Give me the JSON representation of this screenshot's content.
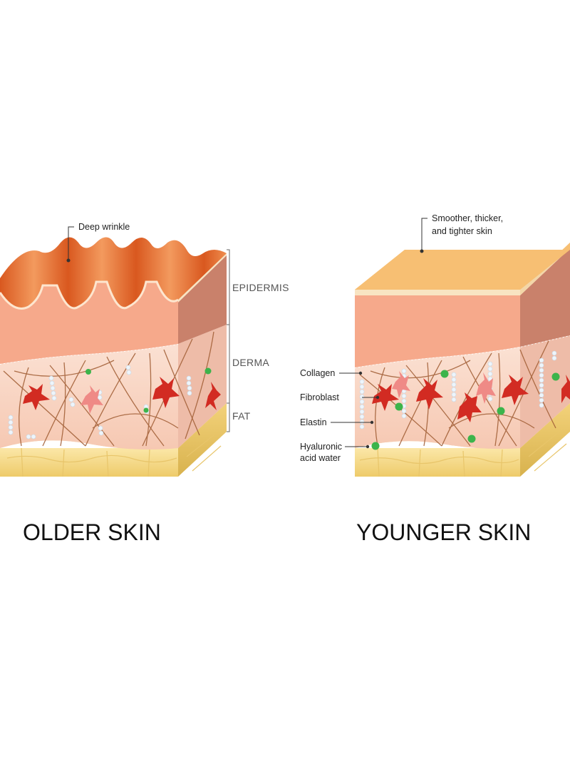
{
  "colors": {
    "background": "#ffffff",
    "epidermis_top_older": "#e8753a",
    "epidermis_top_younger": "#f7bf73",
    "epidermis_front": "#f6a98b",
    "epidermis_side": "#c9816b",
    "derma_front": "#f9d4c3",
    "derma_side": "#e9b3a1",
    "fat": "#f3d98e",
    "fibroblast": "#d22b22",
    "hyaluronic": "#3cb44b",
    "collagen_fiber": "#9b5a36",
    "elastin": "#eaf2f8"
  },
  "older": {
    "title": "OLDER SKIN",
    "callout_wrinkle": "Deep wrinkle",
    "layer_epidermis": "EPIDERMIS",
    "layer_derma": "DERMA",
    "layer_fat": "FAT"
  },
  "younger": {
    "title": "YOUNGER SKIN",
    "callout_top_line1": "Smoother, thicker,",
    "callout_top_line2": "and tighter skin",
    "label_collagen": "Collagen",
    "label_fibroblast": "Fibroblast",
    "label_elastin": "Elastin",
    "label_hyaluronic_line1": "Hyaluronic",
    "label_hyaluronic_line2": "acid water"
  },
  "icons": [
    "fibroblast-cell-icon",
    "hyaluronic-droplet-icon",
    "elastin-bead-icon"
  ]
}
